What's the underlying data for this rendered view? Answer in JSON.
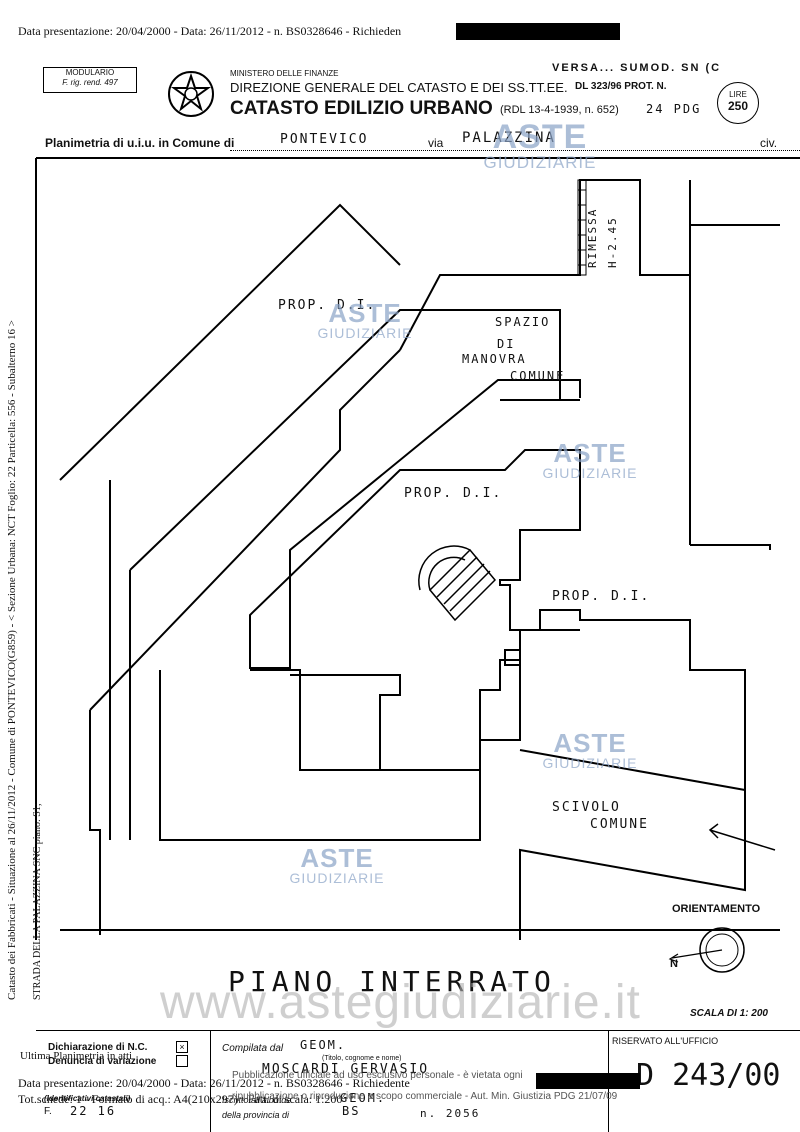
{
  "header": {
    "top_line": "Data presentazione: 20/04/2000 - Data: 26/11/2012 - n. BS0328646 - Richieden",
    "modulario_line1": "MODULARIO",
    "modulario_line2": "F. rig. rend. 497",
    "ministry": "MINISTERO DELLE FINANZE",
    "direction": "DIREZIONE GENERALE DEL CATASTO E DEI SS.TT.EE.",
    "title": "CATASTO EDILIZIO URBANO",
    "law": "(RDL 13-4-1939, n. 652)",
    "hand_note": "24 PDG",
    "top_right": "VERSA... SUMOD. SN (C",
    "prot": "DL 323/96 PROT. N.",
    "lire_label": "LIRE",
    "lire_value": "250"
  },
  "planimetria": {
    "label": "Planimetria di u.i.u. in Comune di",
    "comune": "PONTEVICO",
    "via_label": "via",
    "via": "PALAZZINA",
    "civ_label": "civ."
  },
  "plan_labels": {
    "rimessa1": "RIMESSA",
    "rimessa2": "H-2.45",
    "prop1": "PROP. D.I.",
    "spazio1": "SPAZIO",
    "spazio2": "DI",
    "spazio3": "MANOVRA",
    "spazio4": "COMUNE",
    "prop2": "PROP. D.I.",
    "prop3": "PROP. D.I.",
    "scivolo1": "SCIVOLO",
    "scivolo2": "COMUNE",
    "orientamento": "ORIENTAMENTO",
    "north": "N",
    "piano": "PIANO INTERRATO",
    "scala": "SCALA DI 1: 200"
  },
  "side_text": {
    "left": "Catasto dei Fabbricati - Situazione al 26/11/2012 - Comune di PONTEVICO(G859) - < Sezione Urbana: NCT Foglio: 22 Particella: 556 - Subalterno 16 >",
    "left2": "STRADA DELLA PALAZZINA SNC piano: S1;"
  },
  "watermark": {
    "line1": "ASTE",
    "line2": "GIUDIZIARIE",
    "url": "www.astegiudiziarie.it"
  },
  "footer": {
    "dichiarazione": "Dichiarazione di N.C.",
    "denuncia": "Denuncia di variazione",
    "ultima": "Ultima Planimetria in atti",
    "identificativi": "(identificativi catastali)",
    "f_label": "F.",
    "f_values": "22    16",
    "compilata": "Compilata dal",
    "compilata_value": "GEOM.",
    "titolo": "(Titolo, cognome e nome)",
    "nome": "MOSCARDI GERVASIO",
    "iscritto": "Iscritto all'albo de",
    "iscritto_value": "GEOM.",
    "provincia": "della provincia di",
    "provincia_value": "BS",
    "numero": "n. 2056",
    "riservato": "RISERVATO ALL'UFFICIO",
    "office_number": "D 243/00",
    "data_line": "Data presentazione: 20/04/2000 - Data: 26/11/2012 - n. BS0328646 - Richiedente",
    "tot_line": "Tot.schede: 1 - Formato di acq.: A4(210x297) - Fatt. di scala: 1:200",
    "pubblicazione": "Pubblicazione ufficiale ad uso esclusivo personale - è vietata ogni",
    "ripubblicazione": "ripubblicazione o riproduzione a scopo commerciale - Aut. Min. Giustizia PDG 21/07/09"
  }
}
